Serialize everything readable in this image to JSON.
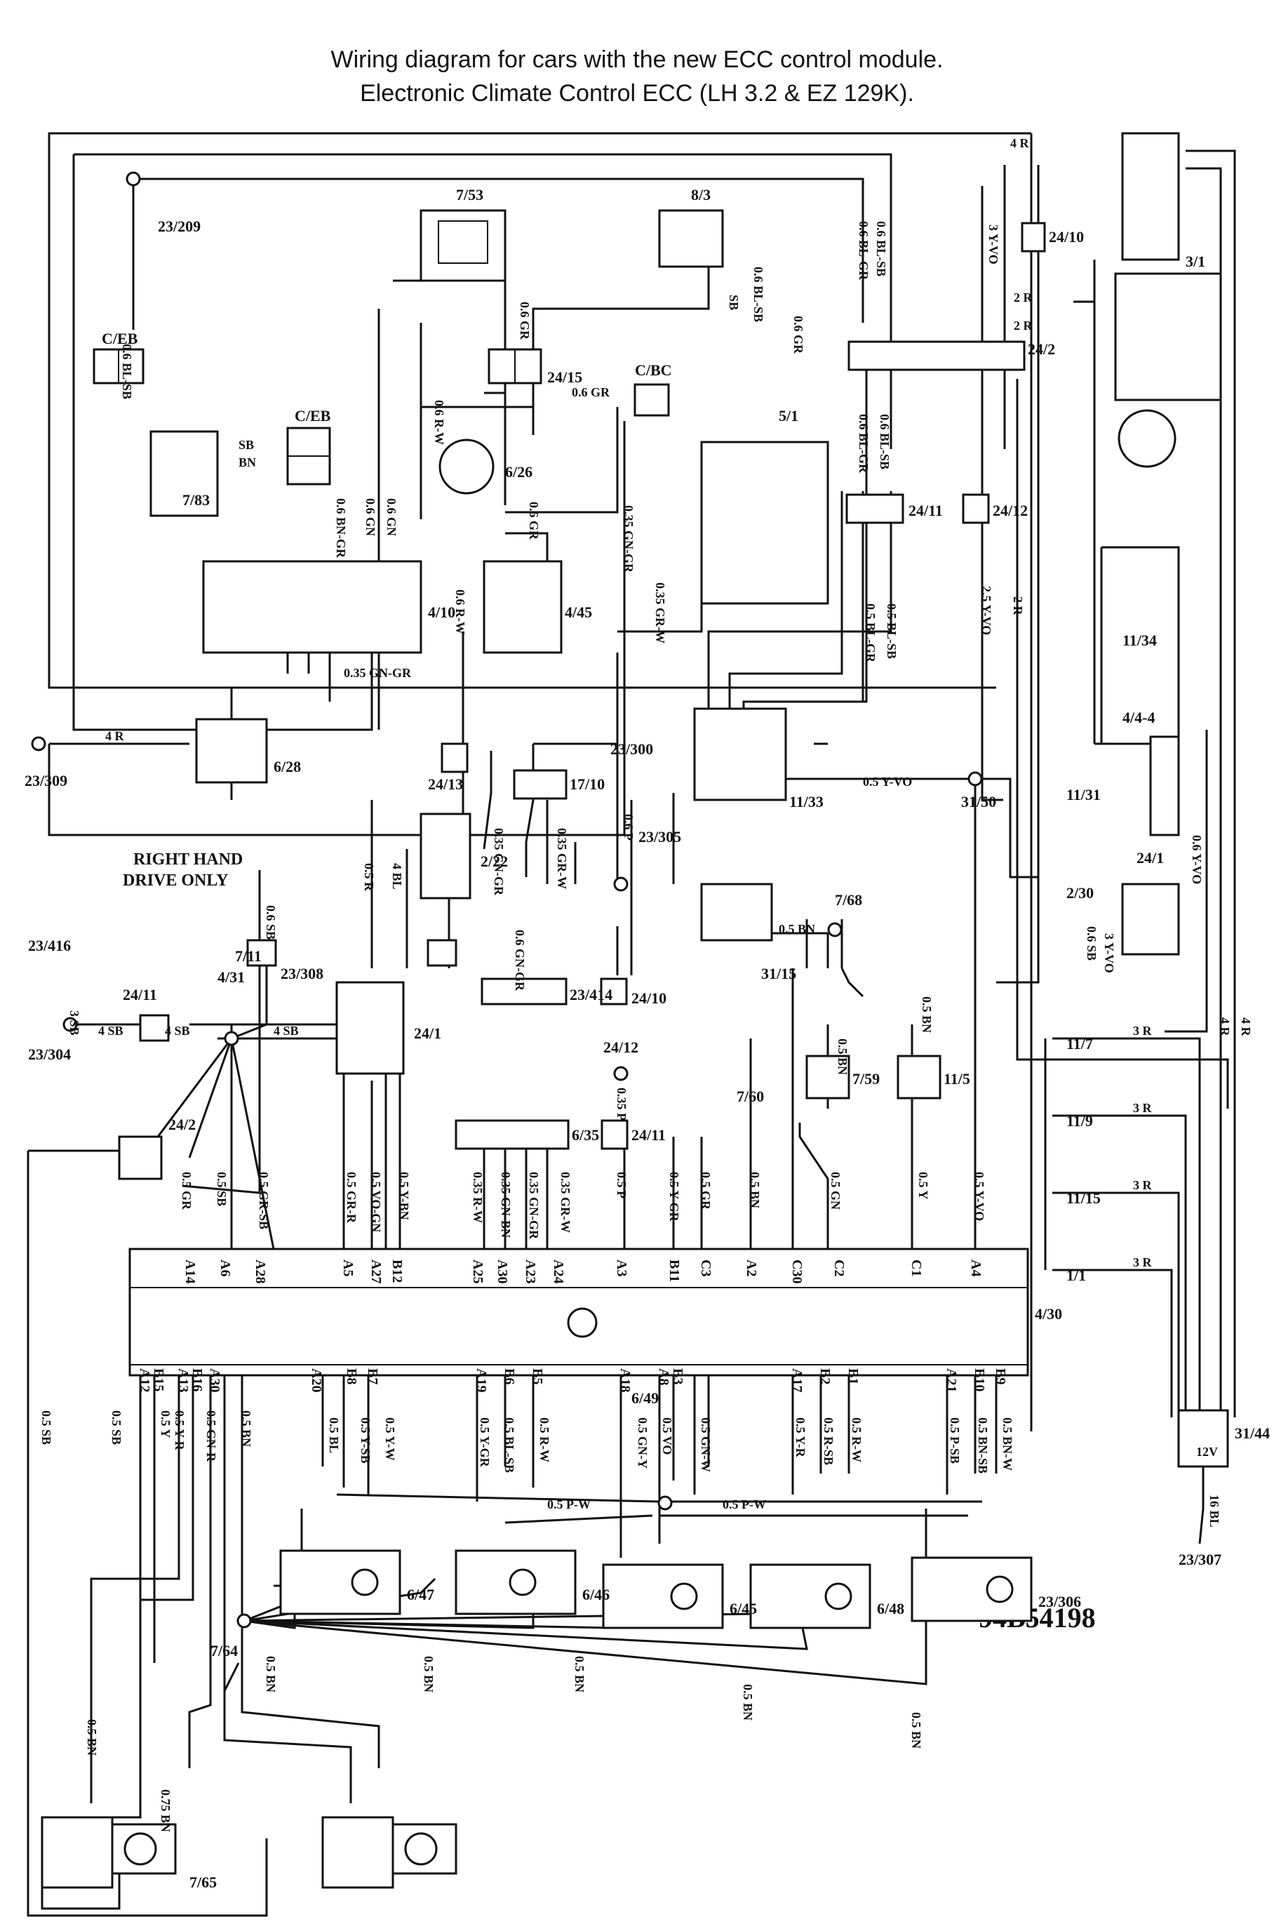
{
  "title_line1": "Wiring diagram for cars with the new ECC control module.",
  "title_line2": "Electronic Climate Control ECC (LH 3.2 & EZ 129K).",
  "document_id": "94B54198",
  "note": [
    "RIGHT HAND",
    "DRIVE ONLY"
  ],
  "ecc_module": {
    "id": "4/30",
    "top_pins": [
      "A14",
      "A6",
      "A28",
      "A5",
      "A27",
      "B12",
      "A25",
      "A30",
      "A23",
      "A24",
      "A3",
      "B11",
      "C3",
      "A2",
      "C30",
      "C2",
      "C1",
      "A4"
    ],
    "bottom_pins": [
      "A12",
      "B15",
      "A13",
      "B16",
      "A30",
      "A20",
      "B8",
      "B7",
      "A19",
      "B6",
      "B5",
      "A18",
      "A8",
      "B3",
      "A17",
      "B2",
      "B1",
      "A21",
      "B10",
      "B9"
    ]
  },
  "components": [
    "7/53",
    "8/3",
    "C/BC",
    "C/EB",
    "C/EB",
    "7/83",
    "6/26",
    "5/1",
    "4/10",
    "4/45",
    "6/28",
    "23/209",
    "23/309",
    "24/15",
    "24/10",
    "24/2",
    "3/1",
    "24/11",
    "24/12",
    "24/13",
    "17/10",
    "2/22",
    "11/33",
    "11/34",
    "4/4-4",
    "23/300",
    "23/305",
    "31/50",
    "11/31",
    "2/30",
    "24/1",
    "23/308",
    "7/68",
    "31/15",
    "23/416",
    "23/304",
    "4/31",
    "24/1",
    "24/10",
    "24/11",
    "7/11",
    "24/2",
    "23/414",
    "24/12",
    "24/11",
    "6/35",
    "7/60",
    "7/59",
    "11/5",
    "11/7",
    "11/9",
    "11/15",
    "1/1",
    "31/44",
    "23/307",
    "6/49",
    "6/47",
    "6/46",
    "6/45",
    "6/48",
    "23/306",
    "7/64",
    "7/65"
  ],
  "wire_labels": [
    "4 R",
    "3 Y-VO",
    "2 R",
    "2 R",
    "0.6 BL-GR",
    "0.6 BL-SB",
    "0.6 BL-GR",
    "0.6 BL-SB",
    "0.6 GR",
    "0.6 GR",
    "0.6 R-W",
    "0.6 BN-GR",
    "0.6 GN",
    "0.6 GN",
    "0.6 GR",
    "0.6 BL-SB",
    "SB",
    "BN",
    "SB",
    "0.6 GR",
    "0.35 GN-GR",
    "0.35 GR-W",
    "0.5 BL-GR",
    "0.5 BL-SB",
    "2.5 Y-VO",
    "2 R",
    "0.35 GN-GR",
    "0.6 R-W",
    "4 R",
    "0.5 R",
    "4 BL",
    "0.35 GN-GR",
    "0.35 GR-W",
    "0.6 GN-GR",
    "0.6 BL-SB",
    "0.6 P",
    "0.5 Y-VO",
    "0.6 Y-VO",
    "0.6 SB",
    "3 Y-VO",
    "4 R",
    "4 R",
    "0.5 BN",
    "0.5 BN",
    "0.5 BN",
    "3 SB",
    "4 SB",
    "4 SB",
    "4 SB",
    "0.6 SB",
    "3 R",
    "3 R",
    "3 R",
    "3 R",
    "0.5 GR",
    "0.5 SB",
    "0.5 GR-SB",
    "0.5 GR-R",
    "0.5 VO-GN",
    "0.5 Y-BN",
    "0.35 R-W",
    "0.35 GN-BN",
    "0.35 GN-GR",
    "0.35 GR-W",
    "0.35 P",
    "0.5 P",
    "0.5 Y-GR",
    "0.5 GR",
    "0.5 BN",
    "0.5 GN",
    "0.5 Y",
    "0.5 Y-VO",
    "0.5 SB",
    "0.5 SB",
    "0.5 Y",
    "0.5 Y-R",
    "0.5 GN-R",
    "0.5 BN",
    "0.5 BL",
    "0.5 Y-SB",
    "0.5 Y-W",
    "0.5 Y-GR",
    "0.5 BL-SB",
    "0.5 R-W",
    "0.5 GN-Y",
    "0.5 VO",
    "0.5 GN-W",
    "0.5 Y-R",
    "0.5 R-SB",
    "0.5 R-W",
    "0.5 P-SB",
    "0.5 BN-SB",
    "0.5 BN-W",
    "0.5 P-W",
    "0.5 P-W",
    "0.5 BN",
    "0.5 BN",
    "0.5 BN",
    "0.5 BN",
    "0.5 BN",
    "0.75 BN",
    "0.5 BN",
    "16 BL",
    "12V"
  ]
}
